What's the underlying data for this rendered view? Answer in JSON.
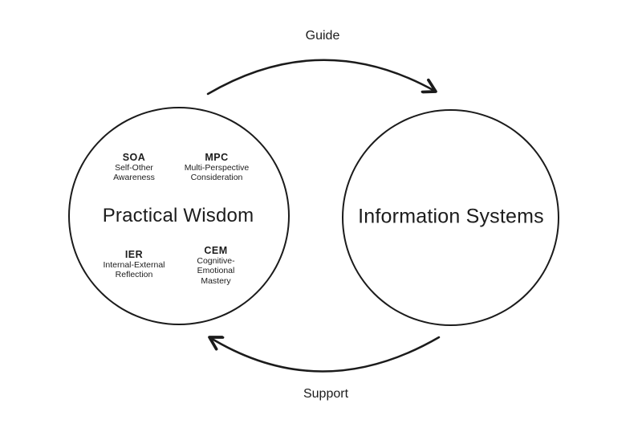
{
  "diagram": {
    "left_circle": {
      "label": "Practical Wisdom",
      "capabilities": [
        {
          "abbr": "SOA",
          "line1": "Self-Other",
          "line2": "Awareness"
        },
        {
          "abbr": "MPC",
          "line1": "Multi-Perspective",
          "line2": "Consideration"
        },
        {
          "abbr": "IER",
          "line1": "Internal-External",
          "line2": "Reflection"
        },
        {
          "abbr": "CEM",
          "line1": "Cognitive-",
          "line2": "Emotional",
          "line3": "Mastery"
        }
      ]
    },
    "right_circle": {
      "label": "Information Systems"
    },
    "arrows": {
      "top_label": "Guide",
      "bottom_label": "Support"
    },
    "colors": {
      "stroke": "#1b1b1b",
      "text": "#1c1c1c",
      "background": "#ffffff"
    }
  }
}
